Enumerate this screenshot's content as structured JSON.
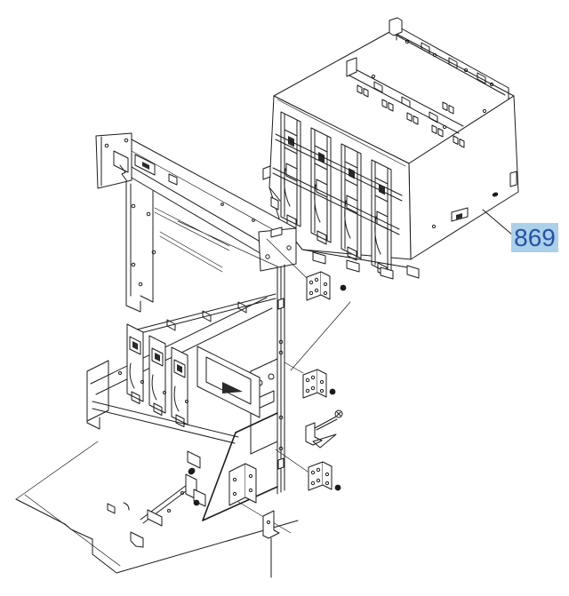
{
  "diagram": {
    "type": "exploded-parts-diagram",
    "subject": "printer chassis with developing unit drive assembly, isometric exploded view",
    "callouts": [
      {
        "label": "869",
        "highlight_color": "#abd0e9",
        "text_color": "#2453a6"
      }
    ]
  },
  "colors": {
    "background": "#ffffff",
    "line": "#1c1c1c",
    "callout_background": "#abd0e9",
    "callout_text": "#2453a6"
  }
}
